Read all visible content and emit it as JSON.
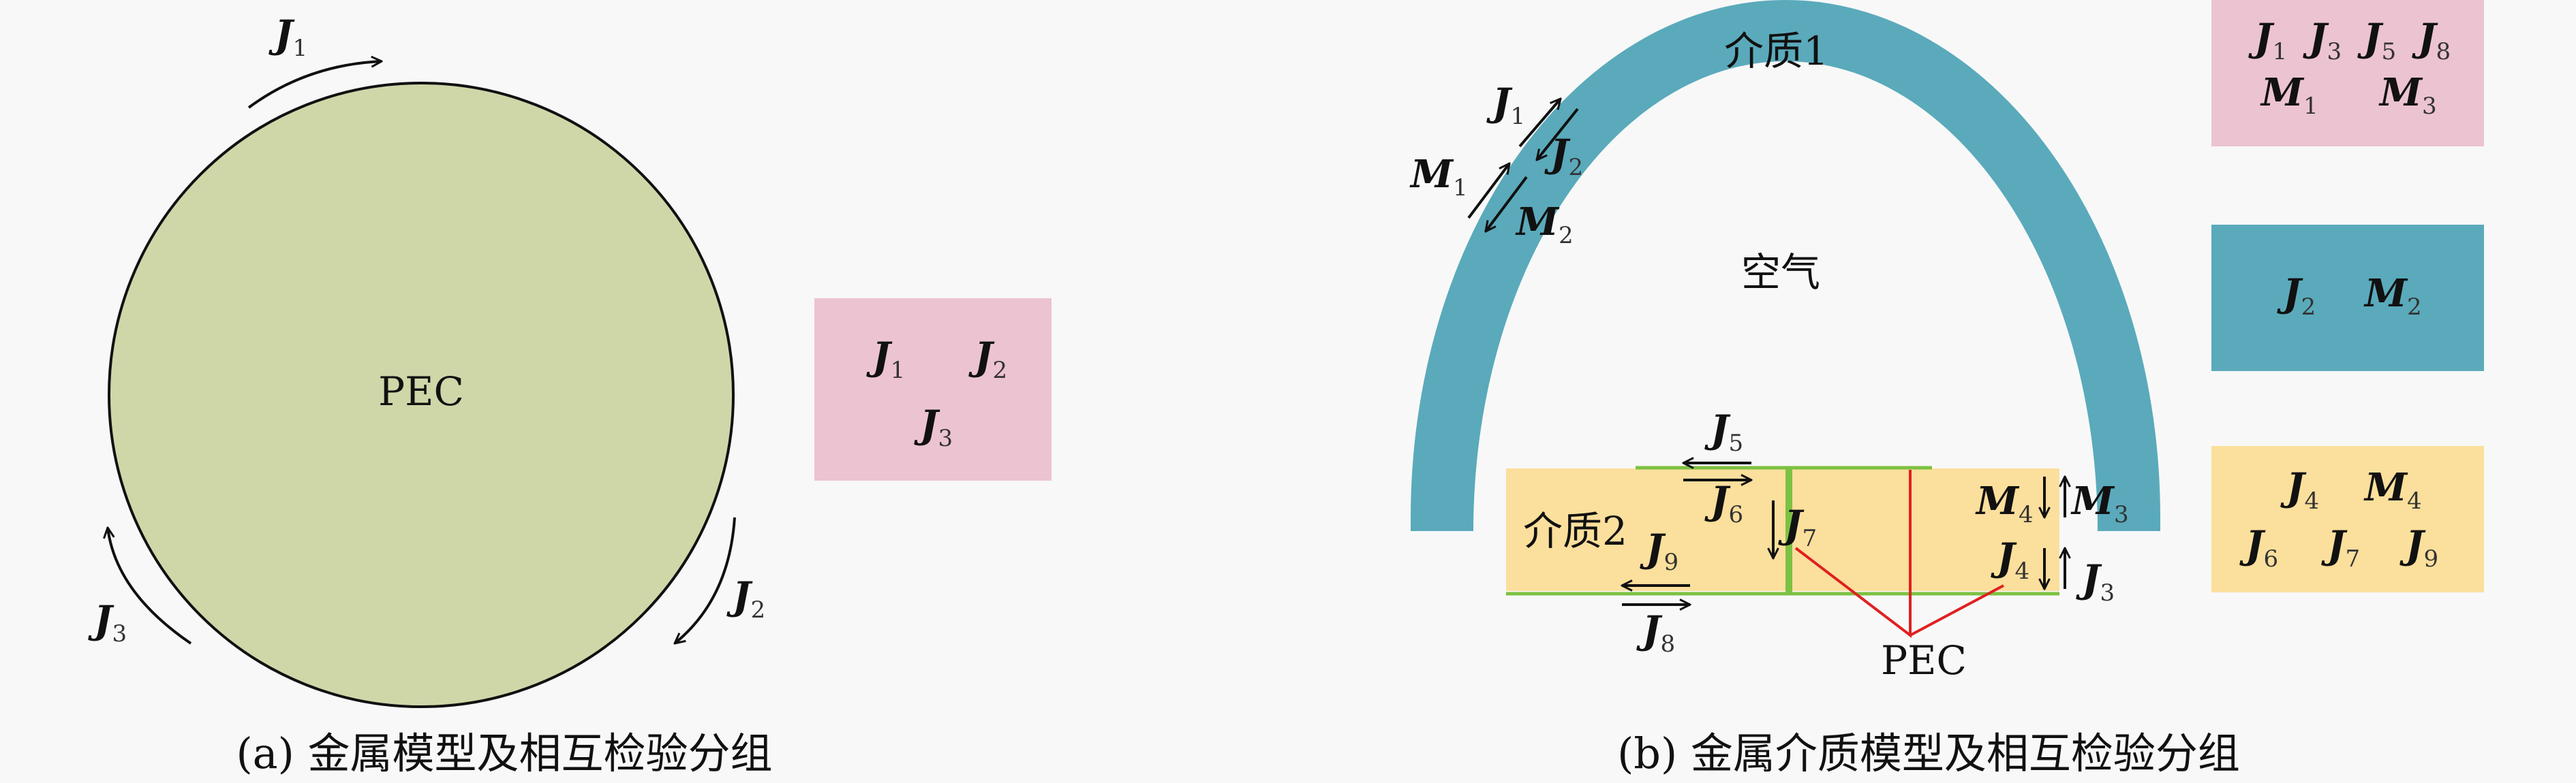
{
  "panel_a": {
    "caption": "(a) 金属模型及相互检验分组",
    "pec_label": "PEC",
    "currents": [
      {
        "sym": "J",
        "sub": "1"
      },
      {
        "sym": "J",
        "sub": "2"
      },
      {
        "sym": "J",
        "sub": "3"
      }
    ],
    "group": {
      "color": "#ecc3d1",
      "items": [
        {
          "sym": "J",
          "sub": "1"
        },
        {
          "sym": "J",
          "sub": "2"
        },
        {
          "sym": "J",
          "sub": "3"
        }
      ]
    }
  },
  "panel_b": {
    "caption": "(b) 金属介质模型及相互检验分组",
    "medium1_label": "介质1",
    "air_label": "空气",
    "medium2_label": "介质2",
    "pec_label": "PEC",
    "colors": {
      "medium1": "#5aaabb",
      "medium2": "#fbdf9c",
      "pec_line": "#7cc142",
      "pec_pointer": "#e02020"
    },
    "labels": [
      {
        "sym": "J",
        "sub": "1"
      },
      {
        "sym": "J",
        "sub": "2"
      },
      {
        "sym": "M",
        "sub": "1"
      },
      {
        "sym": "M",
        "sub": "2"
      },
      {
        "sym": "J",
        "sub": "5"
      },
      {
        "sym": "J",
        "sub": "6"
      },
      {
        "sym": "J",
        "sub": "7"
      },
      {
        "sym": "J",
        "sub": "9"
      },
      {
        "sym": "J",
        "sub": "8"
      },
      {
        "sym": "M",
        "sub": "4"
      },
      {
        "sym": "M",
        "sub": "3"
      },
      {
        "sym": "J",
        "sub": "4"
      },
      {
        "sym": "J",
        "sub": "3"
      }
    ],
    "groups": [
      {
        "color": "#ecc3d1",
        "items": [
          {
            "sym": "J",
            "sub": "1"
          },
          {
            "sym": "J",
            "sub": "3"
          },
          {
            "sym": "J",
            "sub": "5"
          },
          {
            "sym": "J",
            "sub": "8"
          },
          {
            "sym": "M",
            "sub": "1"
          },
          {
            "sym": "M",
            "sub": "3"
          }
        ]
      },
      {
        "color": "#5aaabb",
        "items": [
          {
            "sym": "J",
            "sub": "2"
          },
          {
            "sym": "M",
            "sub": "2"
          }
        ]
      },
      {
        "color": "#fbdf9c",
        "items": [
          {
            "sym": "J",
            "sub": "4"
          },
          {
            "sym": "M",
            "sub": "4"
          },
          {
            "sym": "J",
            "sub": "6"
          },
          {
            "sym": "J",
            "sub": "7"
          },
          {
            "sym": "J",
            "sub": "9"
          }
        ]
      }
    ]
  }
}
